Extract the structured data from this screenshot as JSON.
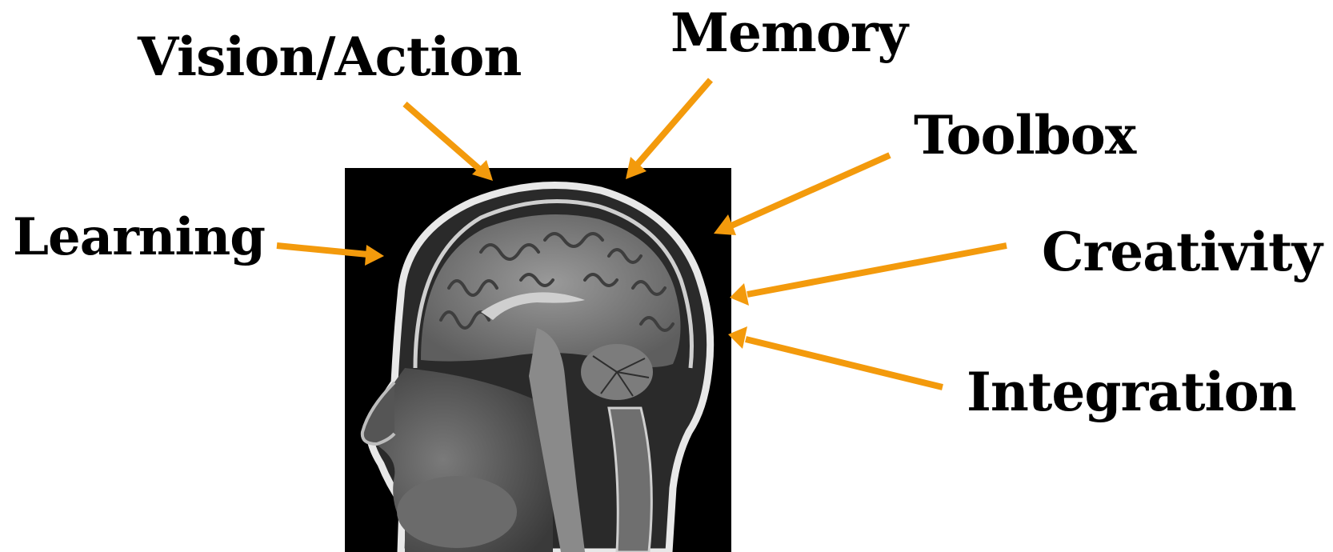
{
  "labels": {
    "vision_action": "Vision/Action",
    "memory": "Memory",
    "toolbox": "Toolbox",
    "learning": "Learning",
    "creativity": "Creativity",
    "integration": "Integration"
  },
  "colors": {
    "arrow": "#f39a0c",
    "text": "#000000",
    "panel_background": "#000000"
  },
  "image": {
    "subject": "mri-sagittal-head-scan"
  }
}
